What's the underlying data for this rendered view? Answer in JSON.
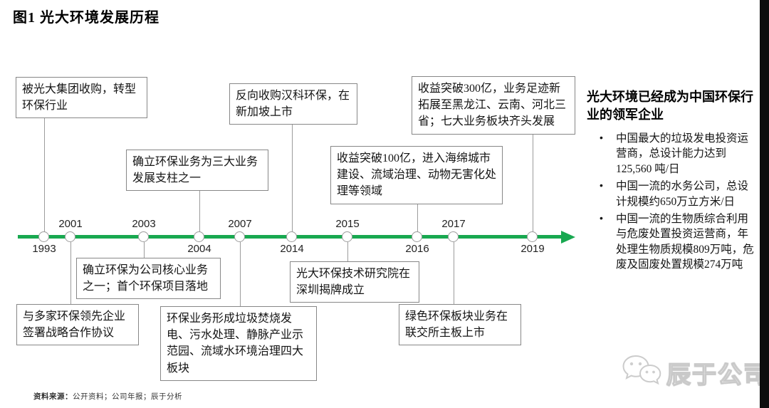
{
  "title": "图1  光大环境发展历程",
  "timeline": {
    "line_color": "#18A850",
    "events": [
      {
        "year": "1993",
        "box_side": "above",
        "text": "被光大集团收购，转型环保行业"
      },
      {
        "year": "2001",
        "box_side": "below",
        "text": "与多家环保领先企业签署战略合作协议"
      },
      {
        "year": "2003",
        "box_side": "below",
        "text": "确立环保为公司核心业务之一；首个环保项目落地"
      },
      {
        "year": "2004",
        "box_side": "above",
        "text": "确立环保业务为三大业务发展支柱之一"
      },
      {
        "year": "2007",
        "box_side": "below",
        "text": "环保业务形成垃圾焚烧发电、污水处理、静脉产业示范园、流域水环境治理四大板块"
      },
      {
        "year": "2014",
        "box_side": "above",
        "text": "反向收购汉科环保，在新加坡上市"
      },
      {
        "year": "2015",
        "box_side": "below",
        "text": "光大环保技术研究院在深圳揭牌成立"
      },
      {
        "year": "2016",
        "box_side": "above",
        "text": "收益突破100亿，进入海绵城市建设、流域治理、动物无害化处理等领域"
      },
      {
        "year": "2017",
        "box_side": "below",
        "text": "绿色环保板块业务在联交所主板上市"
      },
      {
        "year": "2019",
        "box_side": "above",
        "text": "收益突破300亿，业务足迹新拓展至黑龙江、云南、河北三省；七大业务板块齐头发展"
      }
    ]
  },
  "right_panel": {
    "heading": "光大环境已经成为中国环保行业的领军企业",
    "bullet_marker": "•",
    "bullets": [
      "中国最大的垃圾发电投资运营商，总设计能力达到125,560 吨/日",
      "中国一流的水务公司，总设计规模约650万立方米/日",
      "中国一流的生物质综合利用与危废处置投资运营商，年处理生物质规模809万吨，危废及固废处置规模274万吨"
    ]
  },
  "footer": {
    "source_label": "资料来源：",
    "source_text": "公开资料；公司年报；辰于分析"
  },
  "watermark": {
    "brand": "辰于公司",
    "icon": "wechat-icon"
  }
}
